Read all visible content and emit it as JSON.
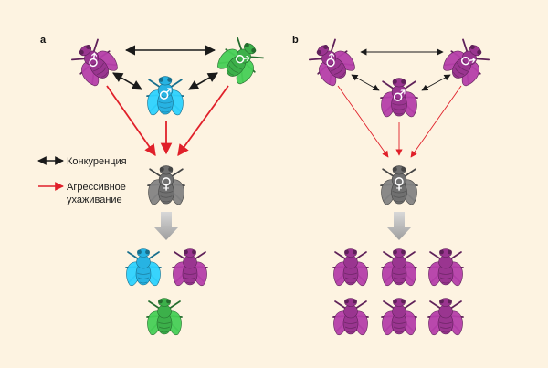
{
  "panels": [
    {
      "letter": "a"
    },
    {
      "letter": "b"
    }
  ],
  "legend": {
    "competition_label": "Конкуренция",
    "courtship_line1": "Агрессивное",
    "courtship_line2": "ухаживание"
  },
  "symbols": {
    "male": "♂",
    "female": "♀"
  },
  "colors": {
    "background": "#fdf3e1",
    "magenta_fly": "#9a3590",
    "cyan_fly": "#27b3e3",
    "green_fly": "#3cb04a",
    "grey_fly": "#707070",
    "competition_arrow": "#1a1a1a",
    "courtship_arrow": "#e0202a",
    "offspring_arrow": "#bdbdbd"
  }
}
